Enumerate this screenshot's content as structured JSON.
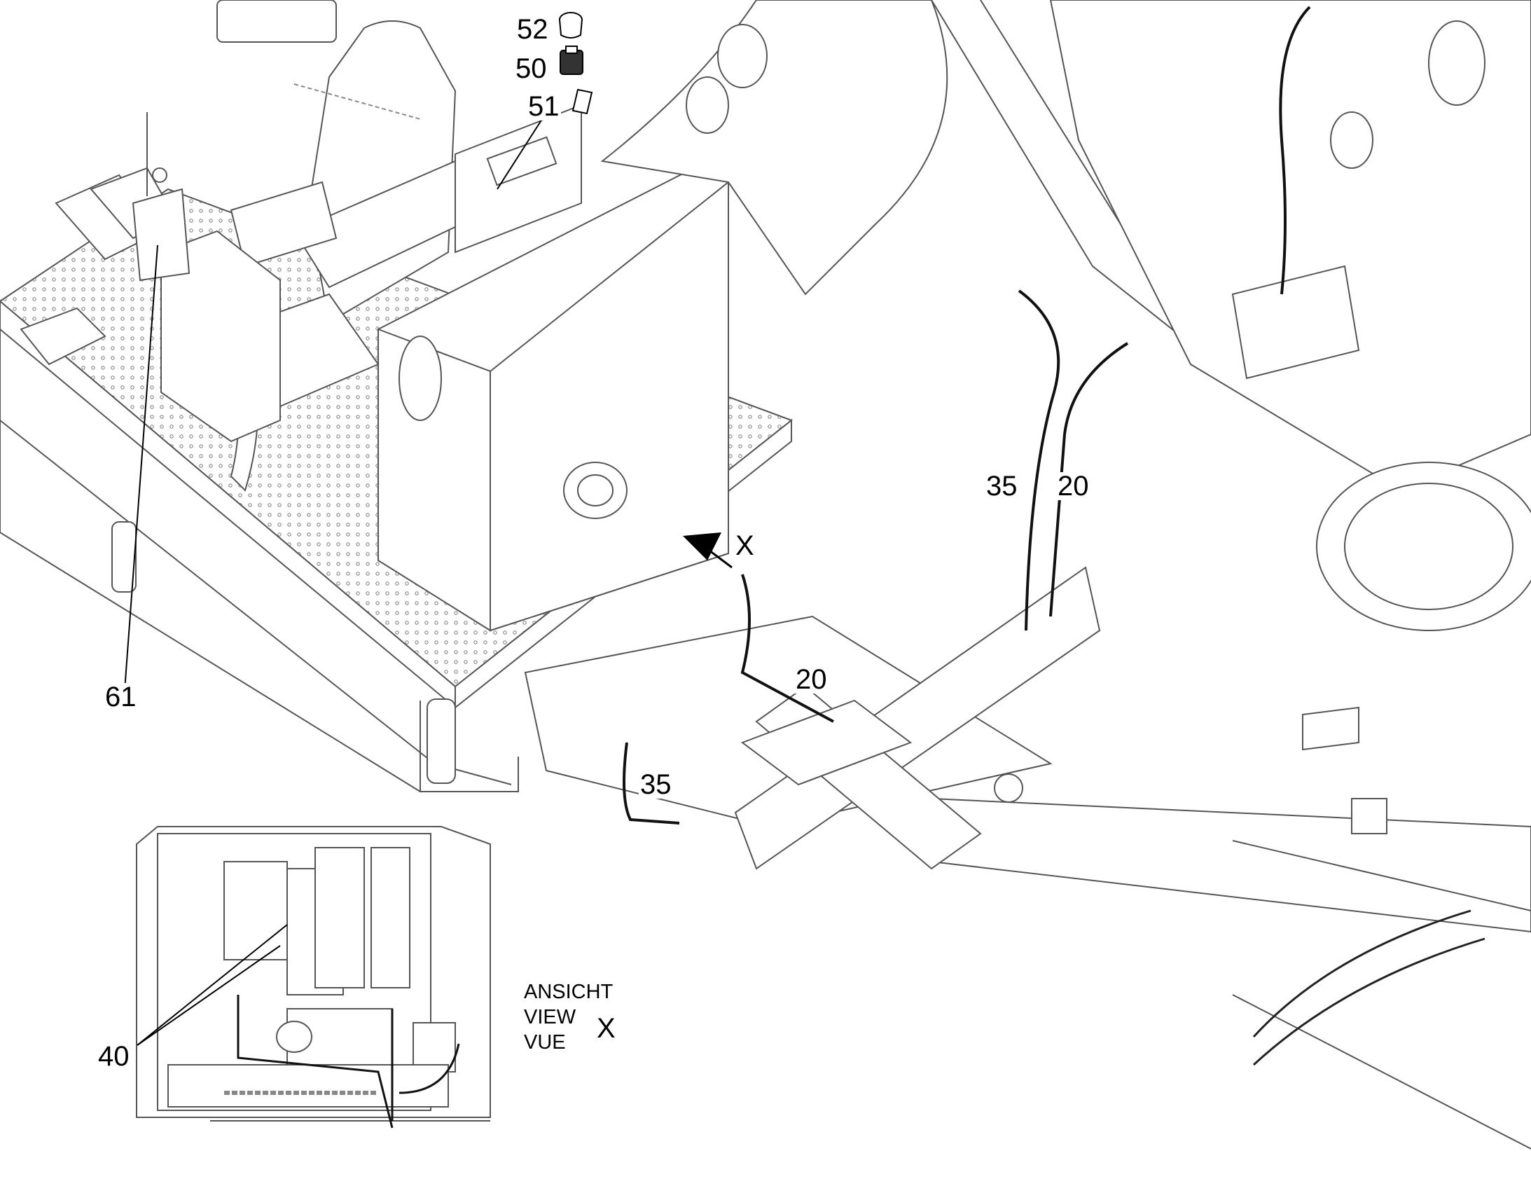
{
  "callouts": {
    "c52": "52",
    "c50": "50",
    "c51": "51",
    "c61": "61",
    "c35_top": "35",
    "c20_top": "20",
    "c20_mid": "20",
    "c35_bottom": "35",
    "c40": "40"
  },
  "view_marker": "X",
  "view_caption": {
    "line1": "ANSICHT",
    "line2": "VIEW",
    "line3": "VUE",
    "letter": "X"
  },
  "colors": {
    "line": "#555555",
    "cable": "#111111",
    "leader": "#000000",
    "hatch": "#888888"
  }
}
